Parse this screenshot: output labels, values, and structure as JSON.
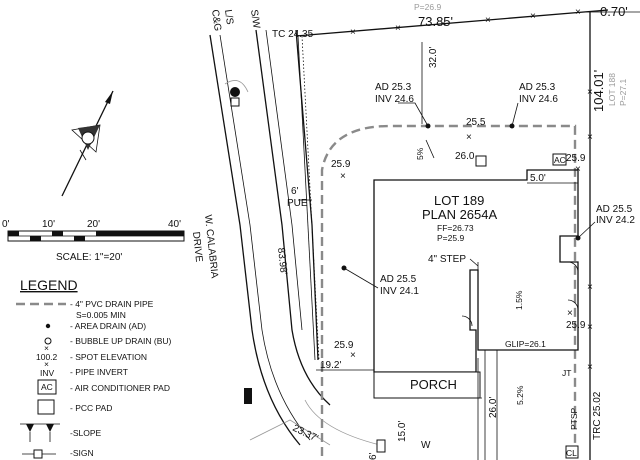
{
  "scale_bar": {
    "ticks": [
      "0'",
      "10'",
      "20'",
      "40'"
    ],
    "caption": "SCALE:  1\"=20'"
  },
  "street": {
    "name_line1": "W. CALABRIA",
    "name_line2": "DRIVE",
    "ls_label": "L/S",
    "cg_label": "C&G",
    "sw_label": "S/W",
    "frontage": "83.98'",
    "curve": "23.37'"
  },
  "lot": {
    "name": "LOT 189",
    "plan": "PLAN 2654A",
    "ff": "FF=26.73",
    "p": "P=25.9",
    "neighbor": "LOT 188",
    "neighbor_p_top": "P=26.9",
    "neighbor_p": "P=27.1"
  },
  "dimensions": {
    "top": "73.85'",
    "top_right": "0.70'",
    "right": "104.01'",
    "drop": "32.0'",
    "setback_right": "5.0'",
    "pue_width": "6'",
    "front_setback": "19.2'",
    "drive_depth": "26.0'",
    "left_bottom": "15.0'",
    "bottom_six": "6'"
  },
  "labels": {
    "tc": "TC 24.35",
    "trc": "TRC 25.02",
    "pue": "PUE",
    "porch": "PORCH",
    "step": "4\"  STEP",
    "glip": "GLIP=26.1",
    "ac": "AC",
    "jt": "JT",
    "ptsp": "PTSP",
    "cl": "CL",
    "w": "W"
  },
  "drains": [
    {
      "ad": "AD 25.3",
      "inv": "INV 24.6"
    },
    {
      "ad": "AD 25.3",
      "inv": "INV 24.6"
    },
    {
      "ad": "AD 25.5",
      "inv": "INV 24.2"
    },
    {
      "ad": "AD 25.5",
      "inv": "INV 24.1"
    }
  ],
  "elevations": [
    "25.5",
    "25.9",
    "26.0",
    "25.9",
    "25.9",
    "25.9"
  ],
  "slopes": [
    "5%",
    "1.5%",
    "5.2%"
  ],
  "legend": {
    "title": "LEGEND",
    "items": [
      {
        "label": "- 4\" PVC DRAIN PIPE",
        "sub": "S=0.005 MIN"
      },
      {
        "label": "- AREA DRAIN (AD)"
      },
      {
        "label": "- BUBBLE UP DRAIN (BU)"
      },
      {
        "label": "- SPOT ELEVATION",
        "value": "100.2"
      },
      {
        "label": "- PIPE INVERT",
        "value": "INV"
      },
      {
        "label": "- AIR CONDITIONER PAD",
        "value": "AC"
      },
      {
        "label": "- PCC PAD"
      },
      {
        "label": "-SLOPE"
      },
      {
        "label": "-SIGN"
      }
    ]
  },
  "colors": {
    "ink": "#111111",
    "drain_pipe": "#8a8a8a",
    "background": "#ffffff"
  }
}
